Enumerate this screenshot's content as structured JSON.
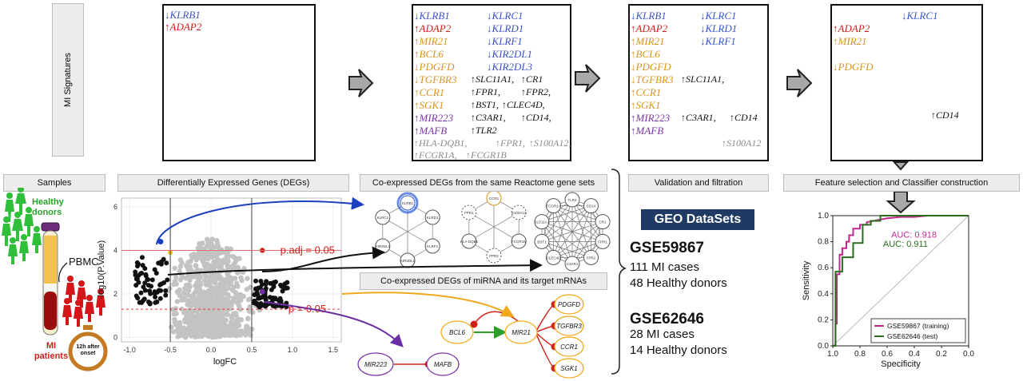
{
  "row_label": "MI Signatures",
  "headers": {
    "samples": "Samples",
    "degs": "Differentially Expressed Genes (DEGs)",
    "coexp_reactome": "Co-expressed DEGs from the same Reactome gene sets",
    "coexp_mirna": "Co-expressed DEGs of miRNA and its target mRNAs",
    "validation": "Validation and filtration",
    "feature": "Feature selection and Classifier construction"
  },
  "box1": [
    {
      "t": "↓KLRB1",
      "c": "blue"
    },
    {
      "t": "↑ADAP2",
      "c": "red"
    }
  ],
  "box2": [
    {
      "t": "↓KLRB1",
      "c": "blue"
    },
    {
      "t": "↓KLRC1",
      "c": "blue"
    },
    {
      "t": "↑ADAP2",
      "c": "red"
    },
    {
      "t": "↓KLRD1",
      "c": "blue"
    },
    {
      "t": "↑MIR21",
      "c": "orange"
    },
    {
      "t": "↓KLRF1",
      "c": "blue"
    },
    {
      "t": "↑BCL6",
      "c": "orange"
    },
    {
      "t": "↓KIR2DL1",
      "c": "blue"
    },
    {
      "t": "↓PDGFD",
      "c": "orange"
    },
    {
      "t": "↓KIR2DL3",
      "c": "blue"
    },
    {
      "t": "↓TGFBR3",
      "c": "orange"
    },
    {
      "t": "↑SLC11A1,",
      "c": "black"
    },
    {
      "t": "↑CR1",
      "c": "black"
    },
    {
      "t": "↑CCR1",
      "c": "orange"
    },
    {
      "t": "↑FPR1,",
      "c": "black"
    },
    {
      "t": "↑FPR2,",
      "c": "black"
    },
    {
      "t": "↑SGK1",
      "c": "orange"
    },
    {
      "t": "↑BST1,",
      "c": "black"
    },
    {
      "t": "↑CLEC4D,",
      "c": "black"
    },
    {
      "t": "↑MIR223",
      "c": "purple"
    },
    {
      "t": "↑C3AR1,",
      "c": "black"
    },
    {
      "t": "↑CD14,",
      "c": "black"
    },
    {
      "t": "↑MAFB",
      "c": "purple"
    },
    {
      "t": "↑TLR2",
      "c": "black"
    },
    {
      "t": "↑HLA-DQB1,",
      "c": "gray"
    },
    {
      "t": "↑FPR1,",
      "c": "gray"
    },
    {
      "t": "↑S100A12,",
      "c": "gray"
    },
    {
      "t": "↑FCGR1A,",
      "c": "gray"
    },
    {
      "t": "↑FCGR1B",
      "c": "gray"
    }
  ],
  "box3": [
    {
      "t": "↓KLRB1",
      "c": "blue"
    },
    {
      "t": "↓KLRC1",
      "c": "blue"
    },
    {
      "t": "↑ADAP2",
      "c": "red"
    },
    {
      "t": "↓KLRD1",
      "c": "blue"
    },
    {
      "t": "↑MIR21",
      "c": "orange"
    },
    {
      "t": "↓KLRF1",
      "c": "blue"
    },
    {
      "t": "↑BCL6",
      "c": "orange"
    },
    {
      "t": "↓PDGFD",
      "c": "orange"
    },
    {
      "t": "↓TGFBR3",
      "c": "orange"
    },
    {
      "t": "↑SLC11A1,",
      "c": "black"
    },
    {
      "t": "↑CCR1",
      "c": "orange"
    },
    {
      "t": "↑SGK1",
      "c": "orange"
    },
    {
      "t": "↑MIR223",
      "c": "purple"
    },
    {
      "t": "↑C3AR1,",
      "c": "black"
    },
    {
      "t": "↑CD14",
      "c": "black"
    },
    {
      "t": "↑MAFB",
      "c": "purple"
    },
    {
      "t": "↑S100A12",
      "c": "gray"
    }
  ],
  "box4": [
    {
      "t": "↓KLRC1",
      "c": "blue"
    },
    {
      "t": "↑ADAP2",
      "c": "red"
    },
    {
      "t": "↑MIR21",
      "c": "orange"
    },
    {
      "t": "↓PDGFD",
      "c": "orange"
    },
    {
      "t": "↑CD14",
      "c": "black"
    }
  ],
  "samples": {
    "healthy": "Healthy donors",
    "pbmc": "PBMC",
    "mi": "MI patients",
    "clock": "12h after onset"
  },
  "volcano": {
    "xlabel": "logFC",
    "ylabel": "-log10(P.Value)",
    "xticks": [
      "-1.0",
      "-0.5",
      "0.0",
      "0.5",
      "1.0",
      "1.5"
    ],
    "yticks": [
      "0",
      "2",
      "4",
      "6"
    ],
    "padj_label": "p.adj = 0.05",
    "p_label": "p = 0.05"
  },
  "networks": {
    "net1": [
      "KLRB1",
      "KLRD1",
      "KLRF1",
      "KIR2DL1",
      "KIR2DL3",
      "KLRC1"
    ],
    "net2": [
      "CCR1",
      "S100A12",
      "FCGR1B",
      "FPR2",
      "HLA-DQB1",
      "FPR1"
    ],
    "net3": [
      "TLR2",
      "CD14",
      "CR1",
      "FPR1",
      "FPR2",
      "C3AR1",
      "CLEC4D",
      "BST1",
      "SLC11A1",
      "FCGR1A"
    ]
  },
  "mirna": {
    "bcl6": "BCL6",
    "mir21": "MIR21",
    "targets": [
      "PDGFD",
      "TGFBR3",
      "CCR1",
      "SGK1"
    ],
    "mir223": "MIR223",
    "mafb": "MAFB"
  },
  "geo": {
    "badge": "GEO DataSets",
    "gse1_id": "GSE59867",
    "gse1_cases": "111 MI cases",
    "gse1_healthy": "48 Healthy donors",
    "gse2_id": "GSE62646",
    "gse2_cases": "28 MI cases",
    "gse2_healthy": "14 Healthy donors"
  },
  "roc": {
    "xlabel": "Specificity",
    "ylabel": "Sensitivity",
    "xticks": [
      "1.0",
      "0.8",
      "0.6",
      "0.4",
      "0.2",
      "0.0"
    ],
    "yticks": [
      "0.0",
      "0.2",
      "0.4",
      "0.6",
      "0.8",
      "1.0"
    ],
    "auc1": "AUC: 0.918",
    "auc2": "AUC: 0.911",
    "legend1": "GSE59867 (training)",
    "legend2": "GSE62646 (test)"
  },
  "colors": {
    "blue": "#3b55c7",
    "red": "#d0201a",
    "orange": "#d9941e",
    "purple": "#7a36a6",
    "green": "#2aa02a",
    "roc_train": "#c2278f",
    "roc_test": "#2a6e1d",
    "geo": "#1f3b63"
  },
  "chart_data": {
    "type": "line",
    "xlabel": "Specificity",
    "ylabel": "Sensitivity",
    "xlim": [
      1.0,
      0.0
    ],
    "ylim": [
      0.0,
      1.0
    ],
    "series": [
      {
        "name": "GSE59867 (training)",
        "x": [
          1.0,
          0.98,
          0.98,
          0.97,
          0.97,
          0.95,
          0.95,
          0.93,
          0.93,
          0.9,
          0.9,
          0.88,
          0.88,
          0.85,
          0.85,
          0.8,
          0.8,
          0.75,
          0.75,
          0.7,
          0.65,
          0.6,
          0.5,
          0.4,
          0.3,
          0.2,
          0.0
        ],
        "y": [
          0.0,
          0.0,
          0.17,
          0.17,
          0.55,
          0.55,
          0.7,
          0.7,
          0.75,
          0.75,
          0.8,
          0.8,
          0.85,
          0.85,
          0.9,
          0.9,
          0.93,
          0.93,
          0.95,
          0.96,
          0.97,
          0.98,
          0.99,
          0.99,
          1.0,
          1.0,
          1.0
        ]
      },
      {
        "name": "GSE62646 (test)",
        "x": [
          1.0,
          0.98,
          0.98,
          0.93,
          0.93,
          0.85,
          0.85,
          0.78,
          0.78,
          0.72,
          0.72,
          0.65,
          0.65,
          0.5,
          0.0
        ],
        "y": [
          0.0,
          0.0,
          0.57,
          0.57,
          0.68,
          0.68,
          0.79,
          0.79,
          0.93,
          0.93,
          0.96,
          0.96,
          1.0,
          1.0,
          1.0
        ]
      }
    ]
  }
}
